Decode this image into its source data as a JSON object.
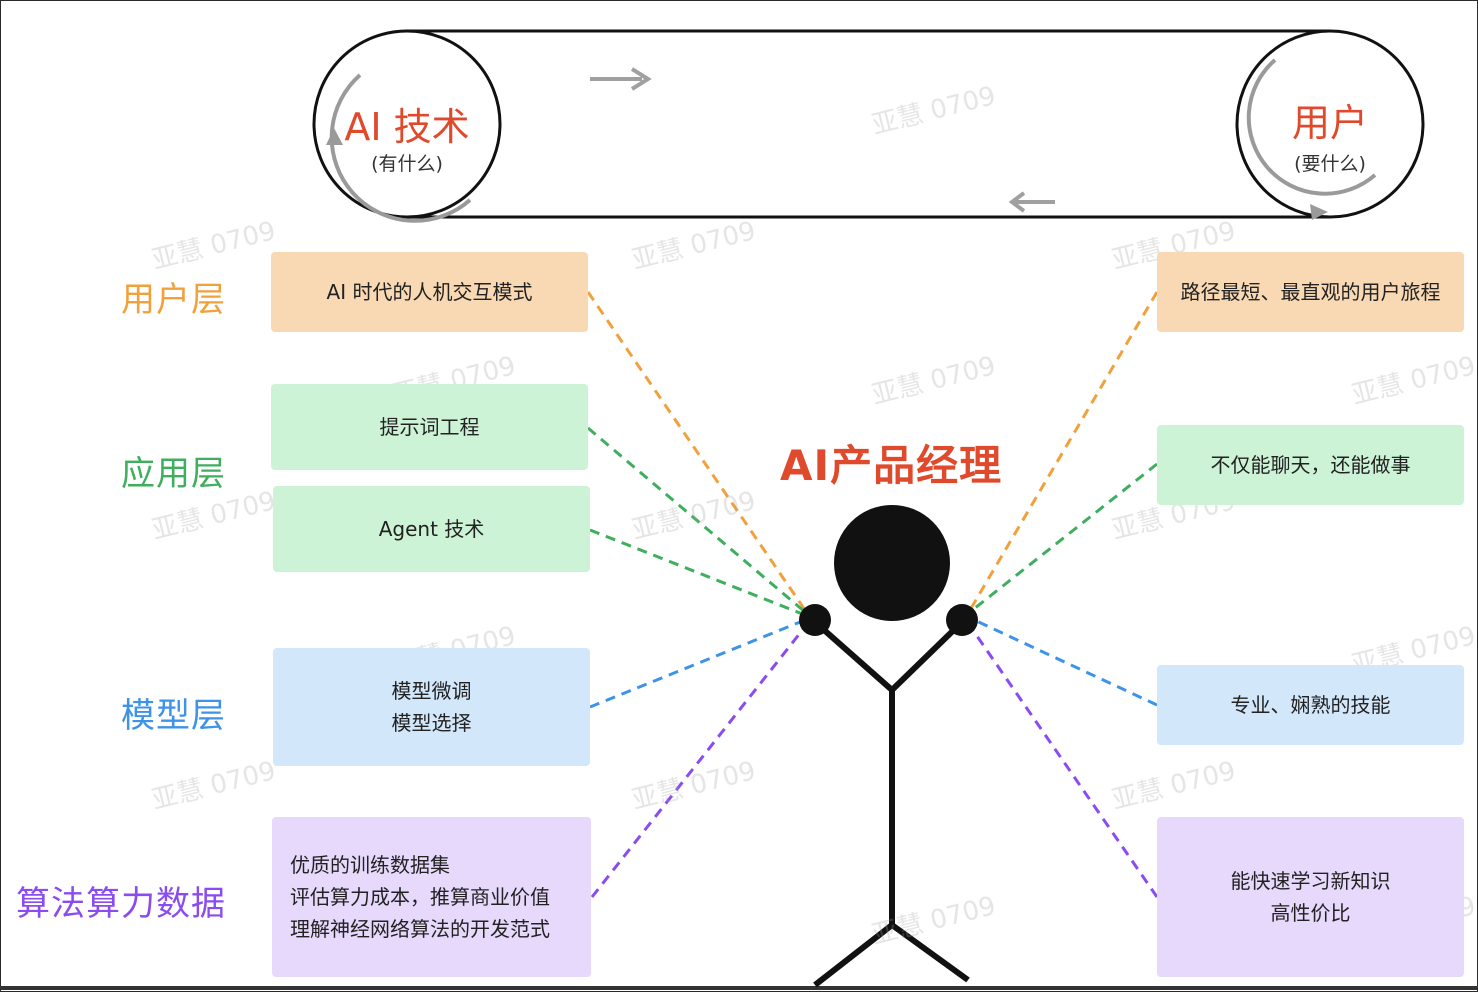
{
  "conveyor": {
    "left": {
      "title": "AI 技术",
      "subtitle": "(有什么)"
    },
    "right": {
      "title": "用户",
      "subtitle": "(要什么)"
    }
  },
  "center_title": "AI产品经理",
  "layers": [
    {
      "label": "用户层",
      "color": "#f0a13c"
    },
    {
      "label": "应用层",
      "color": "#3fae5e"
    },
    {
      "label": "模型层",
      "color": "#3d93e8"
    },
    {
      "label": "算法算力数据",
      "color": "#8a4cf0"
    }
  ],
  "left_boxes": {
    "user": [
      "AI 时代的人机交互模式"
    ],
    "app_prompt": [
      "提示词工程"
    ],
    "app_agent": [
      "Agent 技术"
    ],
    "model": [
      "模型微调",
      "模型选择"
    ],
    "algo": [
      "优质的训练数据集",
      "评估算力成本，推算商业价值",
      "理解神经网络算法的开发范式"
    ]
  },
  "right_boxes": {
    "user": [
      "路径最短、最直观的用户旅程"
    ],
    "app": [
      "不仅能聊天，还能做事"
    ],
    "model": [
      "专业、娴熟的技能"
    ],
    "algo": [
      "能快速学习新知识",
      "高性价比"
    ]
  },
  "watermark": "亚慧 0709",
  "colors": {
    "accent_red": "#e04a2c",
    "orange": "#f0a13c",
    "green": "#3fae5e",
    "blue": "#3d93e8",
    "purple": "#8a4cf0"
  }
}
